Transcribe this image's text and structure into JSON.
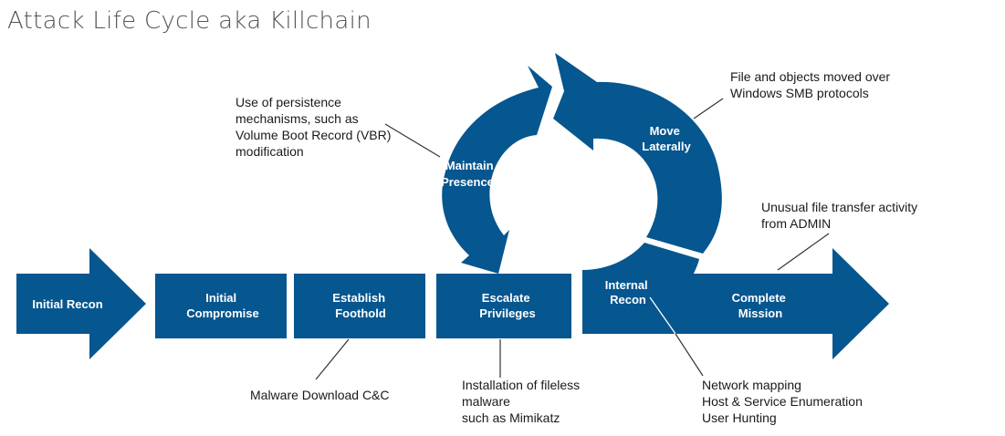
{
  "title": "Attack Life Cycle aka Killchain",
  "colors": {
    "stage_fill": "#06568f",
    "text": "#1a1a1a"
  },
  "stages": {
    "initial_recon": [
      "Initial Recon"
    ],
    "initial_compromise": [
      "Initial",
      "Compromise"
    ],
    "establish_foothold": [
      "Establish",
      "Foothold"
    ],
    "escalate_privileges": [
      "Escalate",
      "Privileges"
    ],
    "internal_recon": [
      "Internal",
      "Recon"
    ],
    "move_laterally": [
      "Move",
      "Laterally"
    ],
    "maintain_presence": [
      "Maintain",
      "Presence"
    ],
    "complete_mission": [
      "Complete",
      "Mission"
    ]
  },
  "notes": {
    "persistence": [
      "Use of persistence",
      "mechanisms, such as",
      "Volume Boot Record (VBR)",
      "modification"
    ],
    "smb": [
      "File and objects moved over",
      "Windows SMB protocols"
    ],
    "file_transfer": [
      "Unusual file transfer activity",
      "from ADMIN"
    ],
    "malware_download": [
      "Malware Download C&C"
    ],
    "fileless": [
      "Installation of fileless",
      "malware",
      "such as Mimikatz"
    ],
    "network": [
      "Network mapping",
      "Host & Service Enumeration",
      "User Hunting"
    ]
  }
}
